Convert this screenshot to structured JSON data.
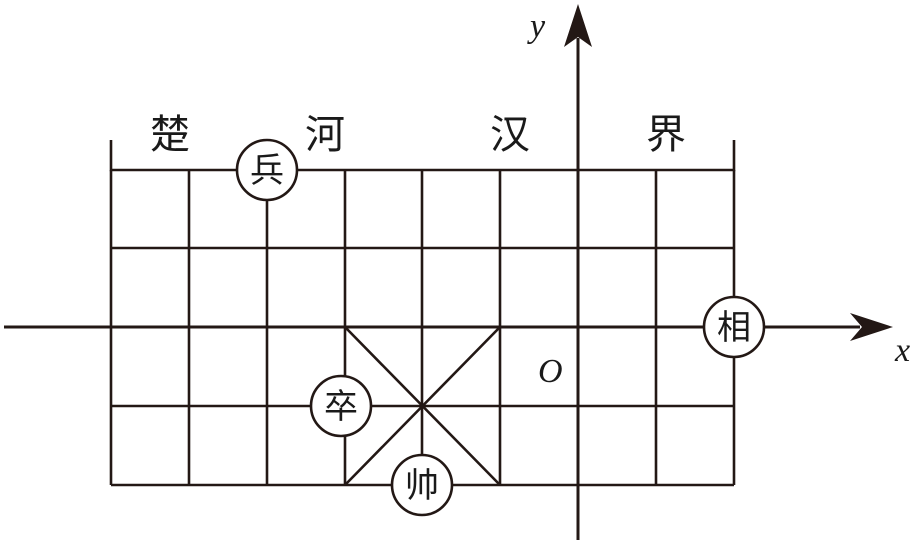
{
  "river": [
    "楚",
    "河",
    "汉",
    "界"
  ],
  "axes": {
    "x_label": "x",
    "y_label": "y",
    "origin_label": "O"
  },
  "pieces": [
    {
      "name": "bing",
      "char": "兵"
    },
    {
      "name": "xiang",
      "char": "相"
    },
    {
      "name": "zu",
      "char": "卒"
    },
    {
      "name": "shuai",
      "char": "帅"
    }
  ]
}
